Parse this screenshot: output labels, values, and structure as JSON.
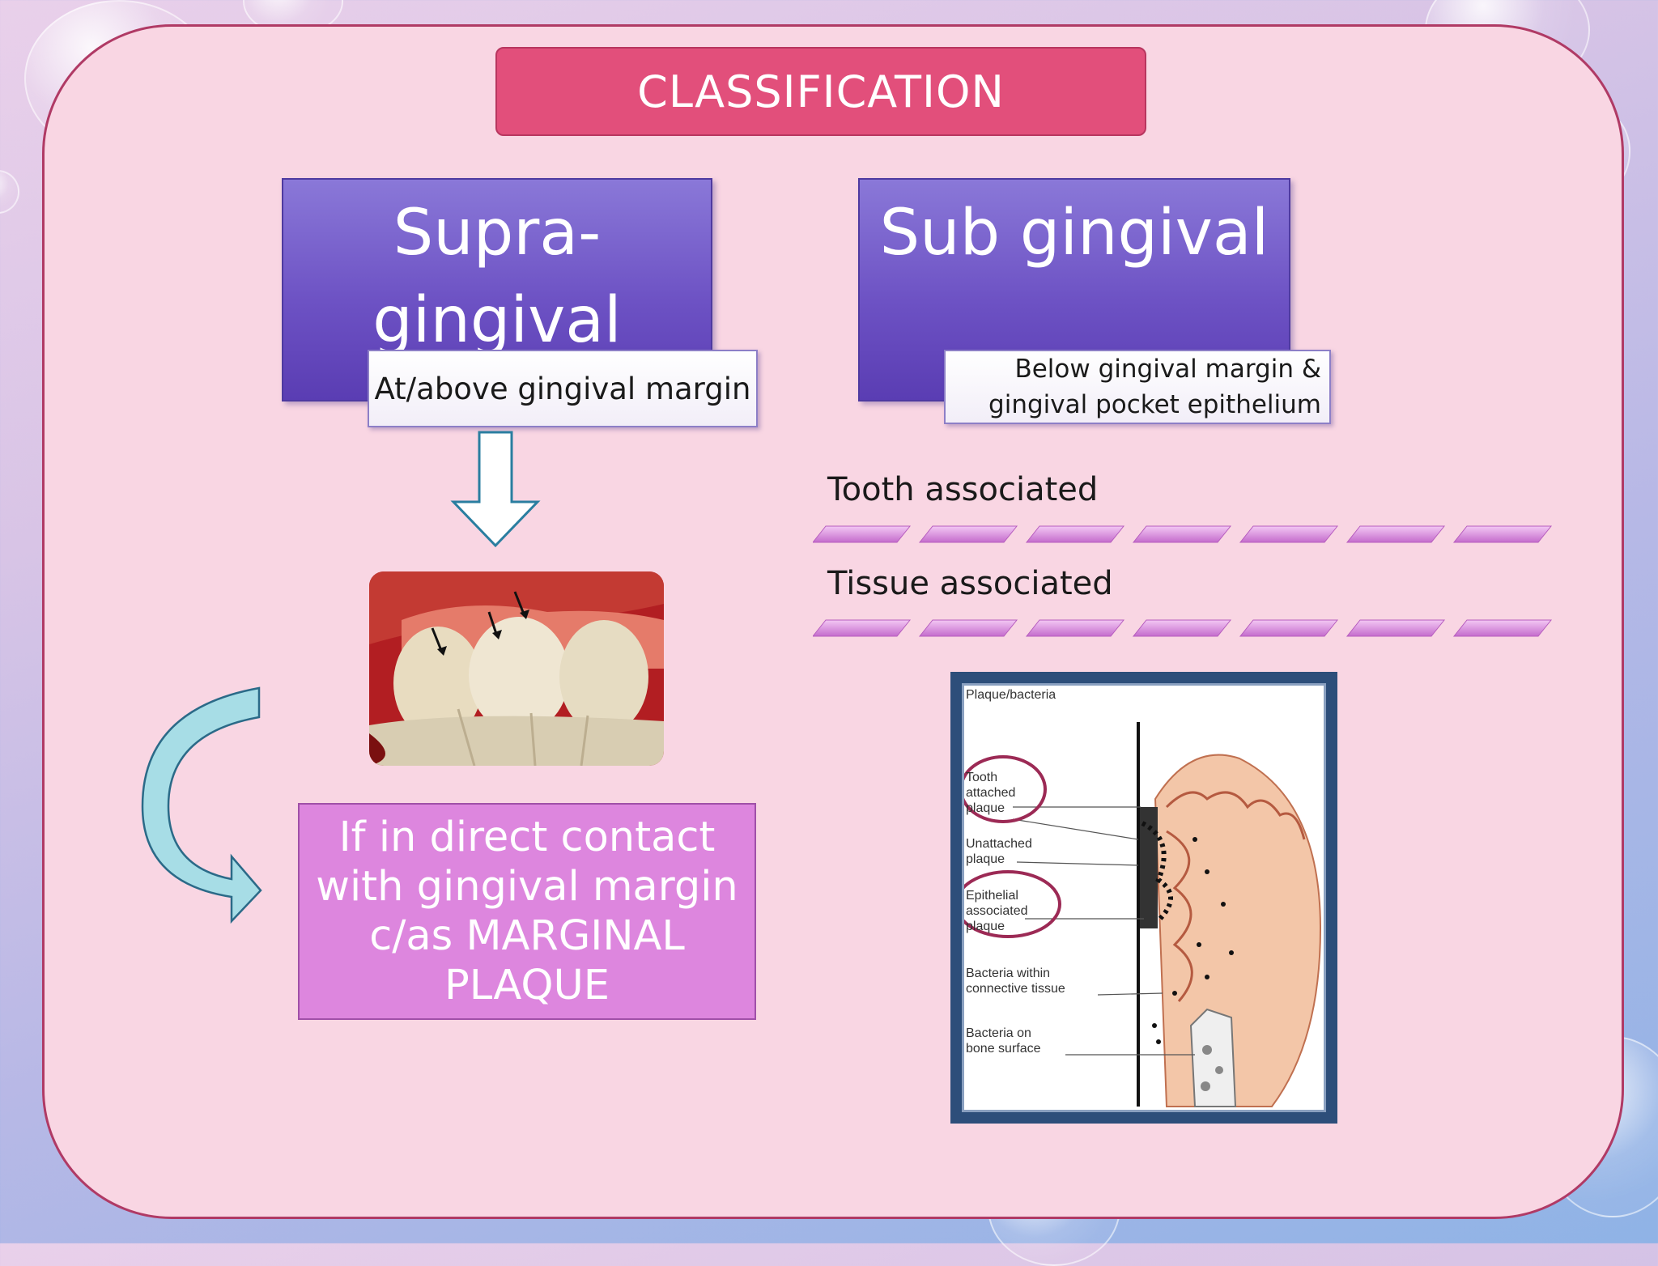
{
  "title": "CLASSIFICATION",
  "supragingival": {
    "heading": "Supra-gingival",
    "heading_line1": "Supra-",
    "heading_line2": "gingival",
    "label": "At/above gingival margin"
  },
  "subgingival": {
    "heading": "Sub gingival",
    "label_line1": "Below gingival margin &",
    "label_line2": "gingival pocket epithelium"
  },
  "tooth_associated": "Tooth associated",
  "tissue_associated": "Tissue associated",
  "marginal_plaque": {
    "line1": "If in direct contact",
    "line2": "with gingival margin",
    "line3": "c/as MARGINAL",
    "line4": "PLAQUE"
  },
  "diagram": {
    "labels": {
      "plaque_bacteria": "Plaque/bacteria",
      "tooth_attached_1": "Tooth",
      "tooth_attached_2": "attached",
      "tooth_attached_3": "plaque",
      "unattached_1": "Unattached",
      "unattached_2": "plaque",
      "epithelial_1": "Epithelial",
      "epithelial_2": "associated",
      "epithelial_3": "plaque",
      "bacteria_ct_1": "Bacteria within",
      "bacteria_ct_2": "connective tissue",
      "bacteria_bone_1": "Bacteria on",
      "bacteria_bone_2": "bone surface"
    }
  },
  "colors": {
    "title_bg": "#e24f7b",
    "card_bg": "#f9d6e3",
    "purple_box": "#6d52c4",
    "marginal_box": "#dd86de",
    "circle_marks": "#9c2a55"
  }
}
